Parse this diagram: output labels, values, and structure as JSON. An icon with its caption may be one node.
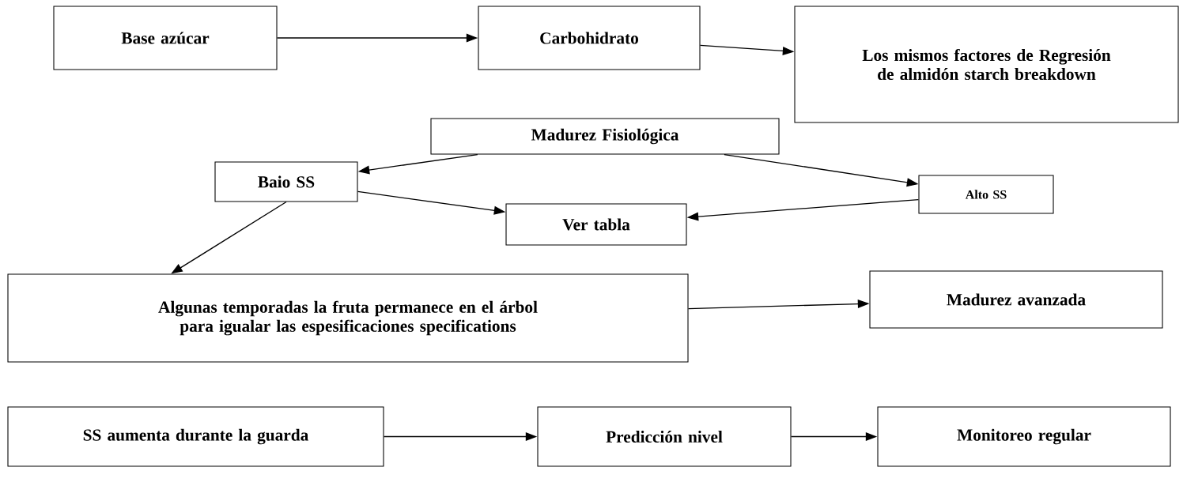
{
  "diagram": {
    "nodes": [
      {
        "text": [
          "Base azúcar"
        ]
      },
      {
        "text": [
          "Carbohidrato"
        ]
      },
      {
        "text": [
          "Los mismos factores de Regresión de almidón starch breakdown"
        ]
      },
      {
        "text": [
          "Madurez Fisiológica"
        ]
      },
      {
        "text": [
          "Baio SS"
        ]
      },
      {
        "text": [
          "Alto SS"
        ]
      },
      {
        "text": [
          "Ver tabla"
        ]
      },
      {
        "text": [
          "Algunas temporadas la fruta permanece en el árbol para igualar las espesificaciones specifications"
        ]
      },
      {
        "text": [
          "Madurez avanzada"
        ]
      },
      {
        "text": [
          "SS aumenta durante la guarda"
        ]
      },
      {
        "text": [
          "Predicción nivel"
        ]
      },
      {
        "text": [
          "Monitoreo regular"
        ]
      }
    ],
    "edges": [
      {
        "from": 0,
        "to": 1,
        "arrow": "to"
      },
      {
        "from": 1,
        "to": 2,
        "arrow": "to"
      },
      {
        "from": 3,
        "to": 4,
        "arrow": "to"
      },
      {
        "from": 3,
        "to": 5,
        "arrow": "to"
      },
      {
        "from": 4,
        "to": 6,
        "arrow": "to"
      },
      {
        "from": 5,
        "to": 6,
        "arrow": "to"
      },
      {
        "from": 4,
        "to": 7,
        "arrow": "to"
      },
      {
        "from": 7,
        "to": 8,
        "arrow": "to"
      },
      {
        "from": 9,
        "to": 10,
        "arrow": "to"
      },
      {
        "from": 10,
        "to": 11,
        "arrow": "to"
      }
    ]
  }
}
